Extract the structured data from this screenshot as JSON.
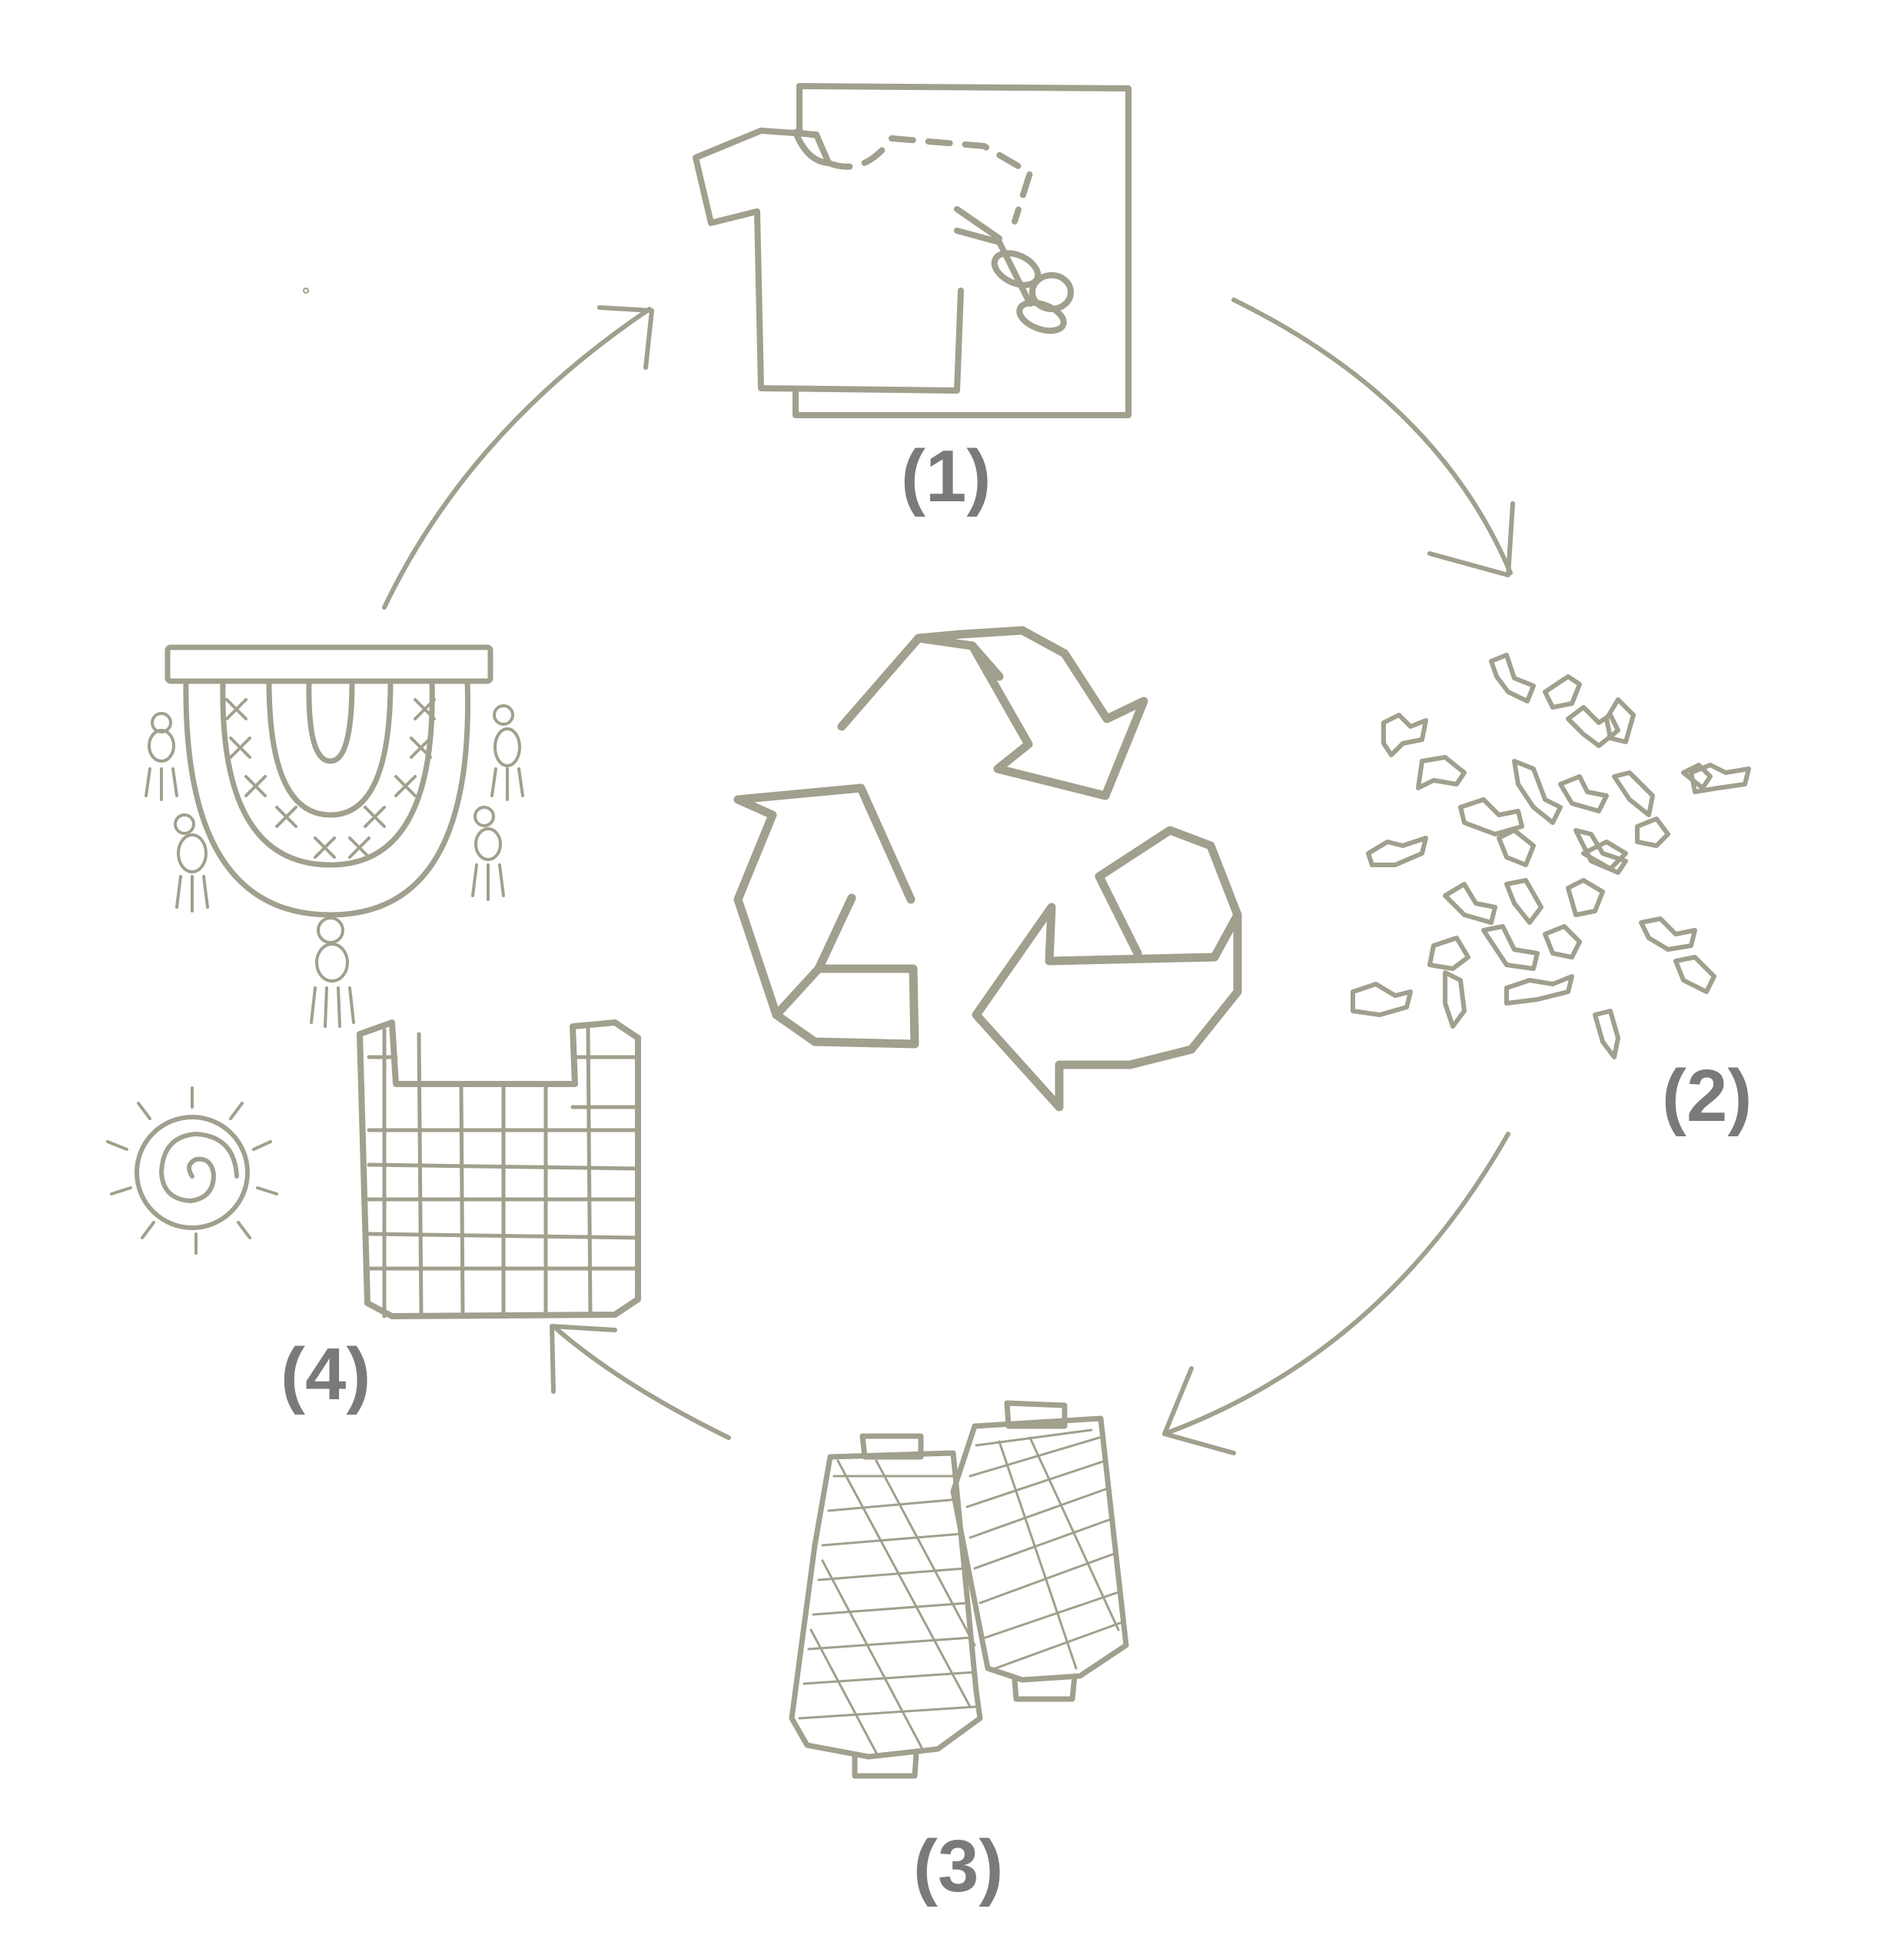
{
  "colors": {
    "ink": "#a19f8d",
    "label": "#7a7a7a",
    "background": "#ffffff"
  },
  "center_icon": "recycle-icon",
  "steps": [
    {
      "label": "(1)",
      "icon": "cut-tshirt-icon"
    },
    {
      "label": "(2)",
      "icon": "fabric-scraps-icon"
    },
    {
      "label": "(3)",
      "icon": "yarn-cones-icon"
    },
    {
      "label": "(4)",
      "icon": "woven-products-icon"
    }
  ]
}
